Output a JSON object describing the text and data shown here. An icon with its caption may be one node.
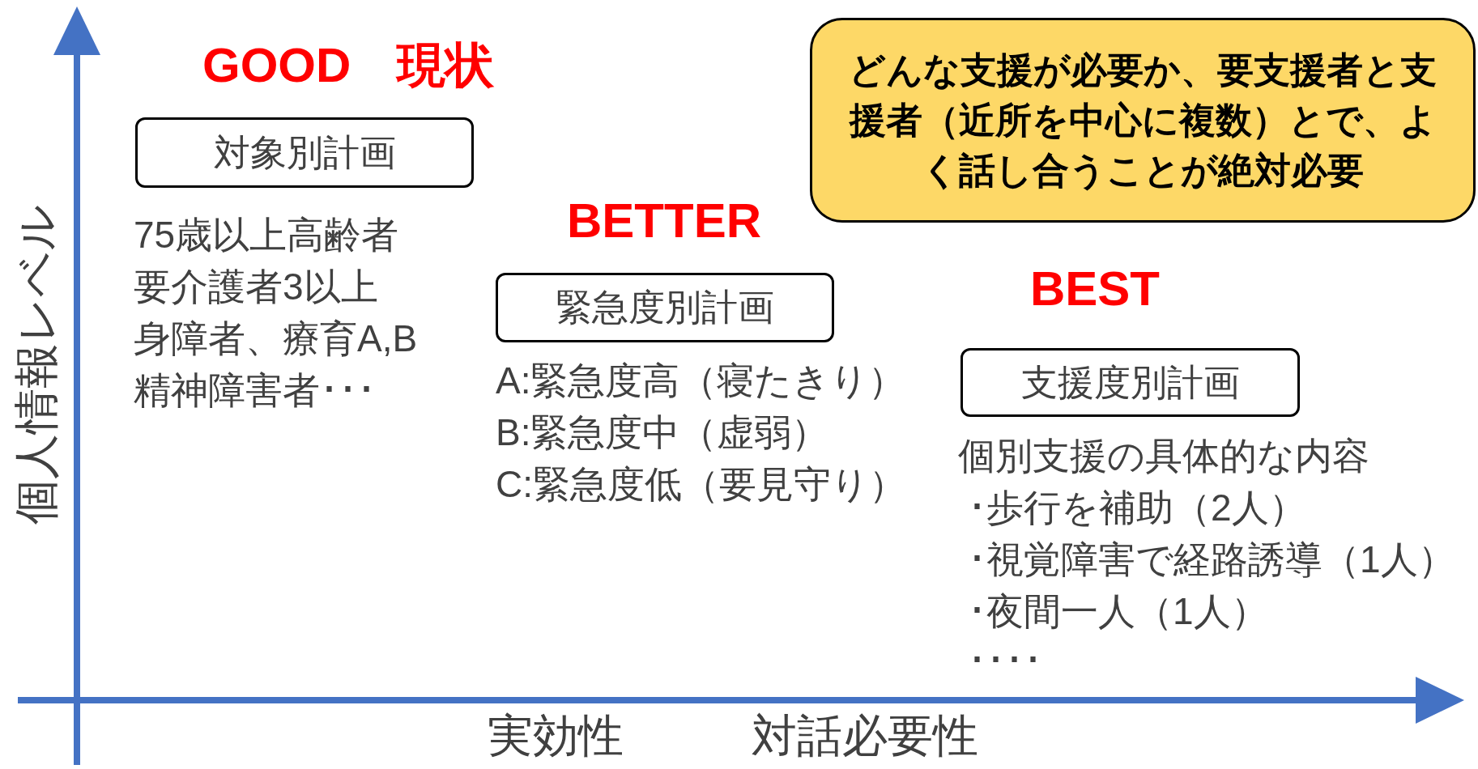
{
  "diagram": {
    "nodes": [
      {
        "text": [
          "対象別計画"
        ]
      },
      {
        "text": [
          "緊急度別計画"
        ]
      },
      {
        "text": [
          "支援度別計画"
        ]
      },
      {
        "text": [
          "どんな支援が必要か、要支援者と支援者（近所を中心に複数）とで、よく話し合うことが絶対必要"
        ]
      }
    ],
    "edges": [],
    "labels": [
      "GOOD",
      "現状",
      "75歳以上高齢者",
      "要介護者3以上",
      "身障者、療育A,B",
      "精神障害者･･･",
      "BETTER",
      "A:緊急度高（寝たきり）",
      "B:緊急度中（虚弱）",
      "C:緊急度低（要見守り）",
      "BEST",
      "個別支援の具体的な内容",
      "･歩行を補助（2人）",
      "･視覚障害で経路誘導（1人）",
      "･夜間一人（1人）",
      "････",
      "個人情報レベル",
      "実効性",
      "対話必要性"
    ]
  }
}
